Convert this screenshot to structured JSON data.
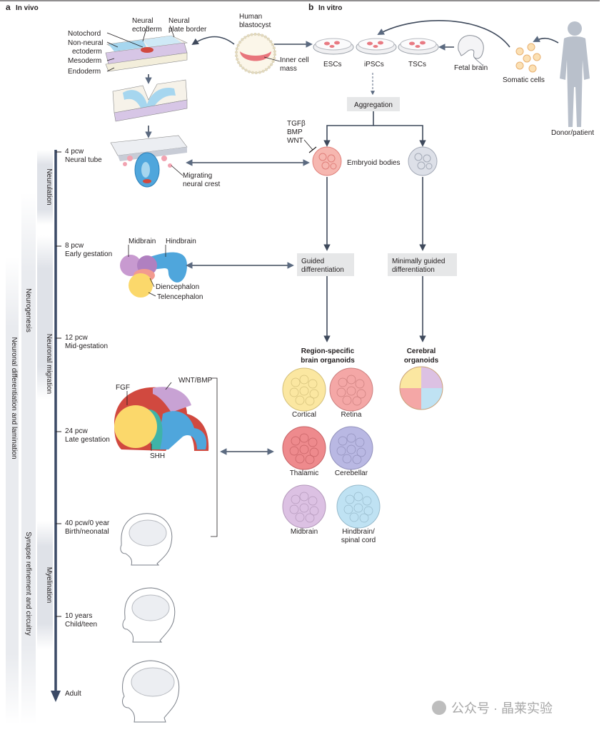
{
  "panel_a": {
    "letter": "a",
    "title": "In vivo"
  },
  "panel_b": {
    "letter": "b",
    "title": "In vitro"
  },
  "embryo_layers": [
    "Notochord",
    "Non-neural",
    "ectoderm",
    "Mesoderm",
    "Endoderm"
  ],
  "top_labels": {
    "neural_ectoderm_1": "Neural",
    "neural_ectoderm_2": "ectoderm",
    "plate_border_1": "Neural",
    "plate_border_2": "plate border"
  },
  "blastocyst": {
    "title_1": "Human",
    "title_2": "blastocyst",
    "icm_1": "Inner cell",
    "icm_2": "mass"
  },
  "stem_cells": [
    "ESCs",
    "iPSCs",
    "TSCs",
    "Fetal brain",
    "Somatic cells",
    "Donor/patient"
  ],
  "aggregation": "Aggregation",
  "signals": [
    "TGFβ",
    "BMP",
    "WNT"
  ],
  "embryoid_bodies": "Embryoid bodies",
  "neural_crest": {
    "line1": "Migrating",
    "line2": "neural crest"
  },
  "timeline": [
    {
      "pcw": "4 pcw",
      "desc": "Neural tube"
    },
    {
      "pcw": "8 pcw",
      "desc": "Early gestation"
    },
    {
      "pcw": "12 pcw",
      "desc": "Mid-gestation"
    },
    {
      "pcw": "24 pcw",
      "desc": "Late gestation"
    },
    {
      "pcw": "40 pcw/0 year",
      "desc": "Birth/neonatal"
    },
    {
      "pcw": "10 years",
      "desc": "Child/teen"
    },
    {
      "pcw": "Adult",
      "desc": ""
    }
  ],
  "phases": {
    "neurulation": "Neurulation",
    "neurogenesis": "Neurogenesis",
    "neuronal_migration": "Neuronal migration",
    "myelination": "Myelination",
    "differentiation": "Neuronal differentiation and lamination",
    "synapse": "Synapse refinement and circuitry"
  },
  "brain_regions_8pcw": [
    "Midbrain",
    "Hindbrain",
    "Diencephalon",
    "Telencephalon"
  ],
  "signals_24pcw": [
    "FGF",
    "WNT/BMP",
    "SHH"
  ],
  "guided": {
    "line1": "Guided",
    "line2": "differentiation"
  },
  "minimally_guided": {
    "line1": "Minimally guided",
    "line2": "differentiation"
  },
  "region_specific": {
    "line1": "Region-specific",
    "line2": "brain organoids"
  },
  "cerebral": {
    "line1": "Cerebral",
    "line2": "organoids"
  },
  "organoids": [
    {
      "name": "Cortical",
      "color": "#fbe7a1"
    },
    {
      "name": "Retina",
      "color": "#f4a7a6"
    },
    {
      "name": "Thalamic",
      "color": "#ee8a8d"
    },
    {
      "name": "Cerebellar",
      "color": "#b9b8e3"
    },
    {
      "name": "Midbrain",
      "color": "#dcc1e3"
    },
    {
      "name": "Hindbrain/",
      "name2": "spinal cord",
      "color": "#bfe2f3"
    }
  ],
  "watermark": "公众号 · 晶莱实验"
}
